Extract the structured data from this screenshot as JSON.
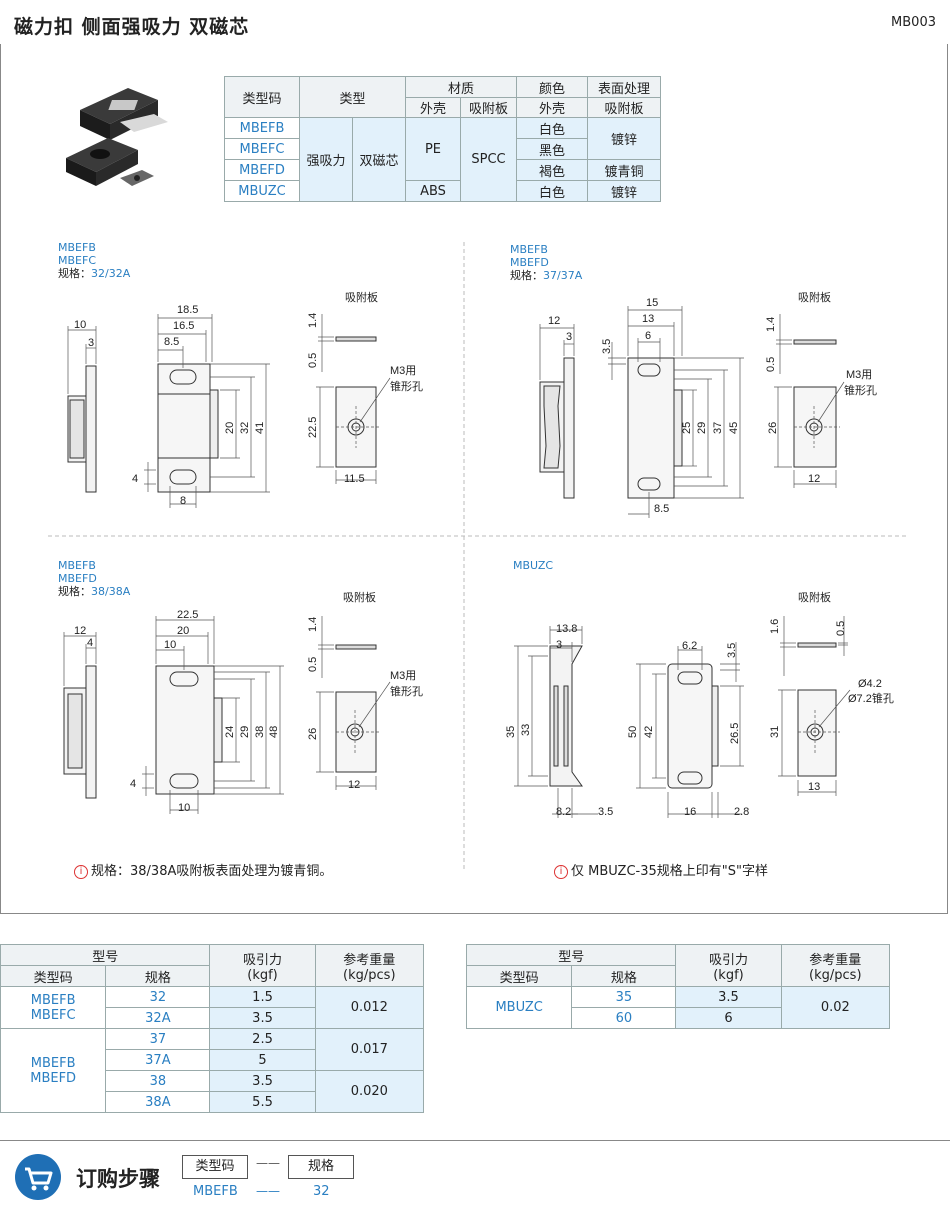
{
  "header": {
    "title": "磁力扣  侧面强吸力  双磁芯",
    "code": "MB003"
  },
  "spec_table": {
    "h1": [
      "类型码",
      "类型",
      "材质",
      "颜色",
      "表面处理"
    ],
    "h2": [
      "外壳",
      "吸附板",
      "外壳",
      "吸附板"
    ],
    "codes": [
      "MBEFB",
      "MBEFC",
      "MBEFD",
      "MBUZC"
    ],
    "type_a": "强吸力",
    "type_b": "双磁芯",
    "shell": [
      "PE",
      "ABS"
    ],
    "plate": "SPCC",
    "colors": [
      "白色",
      "黑色",
      "褐色",
      "白色"
    ],
    "finish": [
      "镀锌",
      "镀青铜",
      "镀锌"
    ]
  },
  "sections": [
    {
      "codes": [
        "MBEFB",
        "MBEFC"
      ],
      "spec_label": "规格：",
      "spec": "32/32A"
    },
    {
      "codes": [
        "MBEFB",
        "MBEFD"
      ],
      "spec_label": "规格：",
      "spec": "37/37A"
    },
    {
      "codes": [
        "MBEFB",
        "MBEFD"
      ],
      "spec_label": "规格：",
      "spec": "38/38A"
    },
    {
      "codes": [
        "MBUZC"
      ]
    }
  ],
  "plate_label": "吸附板",
  "hole_label": [
    "M3用",
    "锥形孔"
  ],
  "hole_label_b": [
    "Ø4.2",
    "Ø7.2锥孔"
  ],
  "dims": {
    "d1": [
      "10",
      "3",
      "18.5",
      "16.5",
      "8.5",
      "1.4",
      "0.5",
      "22.5",
      "11.5",
      "20",
      "32",
      "41",
      "4",
      "8"
    ],
    "d2": [
      "12",
      "3",
      "15",
      "13",
      "6",
      "3.5",
      "1.4",
      "0.5",
      "26",
      "12",
      "25",
      "29",
      "37",
      "45",
      "8.5"
    ],
    "d3": [
      "12",
      "4",
      "22.5",
      "20",
      "10",
      "1.4",
      "0.5",
      "26",
      "12",
      "24",
      "29",
      "38",
      "48",
      "4",
      "10"
    ],
    "d4": [
      "13.8",
      "3",
      "35",
      "33",
      "8.2",
      "3.5",
      "6.2",
      "3.5",
      "50",
      "42",
      "26.5",
      "16",
      "2.8",
      "1.6",
      "0.5",
      "31",
      "13"
    ]
  },
  "notes": [
    "规格：38/38A吸附板表面处理为镀青铜。",
    "仅 MBUZC-35规格上印有\"S\"字样"
  ],
  "info_icon": "i",
  "table_left": {
    "h": [
      "型号",
      "吸引力",
      "参考重量",
      "类型码",
      "规格",
      "(kgf)",
      "(kg/pcs)"
    ],
    "g1": [
      "MBEFB",
      "MBEFC"
    ],
    "g2": [
      "MBEFB",
      "MBEFD"
    ],
    "specs": [
      "32",
      "32A",
      "37",
      "37A",
      "38",
      "38A"
    ],
    "force": [
      "1.5",
      "3.5",
      "2.5",
      "5",
      "3.5",
      "5.5"
    ],
    "weight": [
      "0.012",
      "0.017",
      "0.020"
    ]
  },
  "table_right": {
    "h": [
      "型号",
      "吸引力",
      "参考重量",
      "类型码",
      "规格",
      "(kgf)",
      "(kg/pcs)"
    ],
    "code": "MBUZC",
    "specs": [
      "35",
      "60"
    ],
    "force": [
      "3.5",
      "6"
    ],
    "weight": "0.02"
  },
  "order": {
    "title": "订购步骤",
    "labels": [
      "类型码",
      "规格"
    ],
    "values": [
      "MBEFB",
      "32"
    ],
    "dash": "——"
  }
}
